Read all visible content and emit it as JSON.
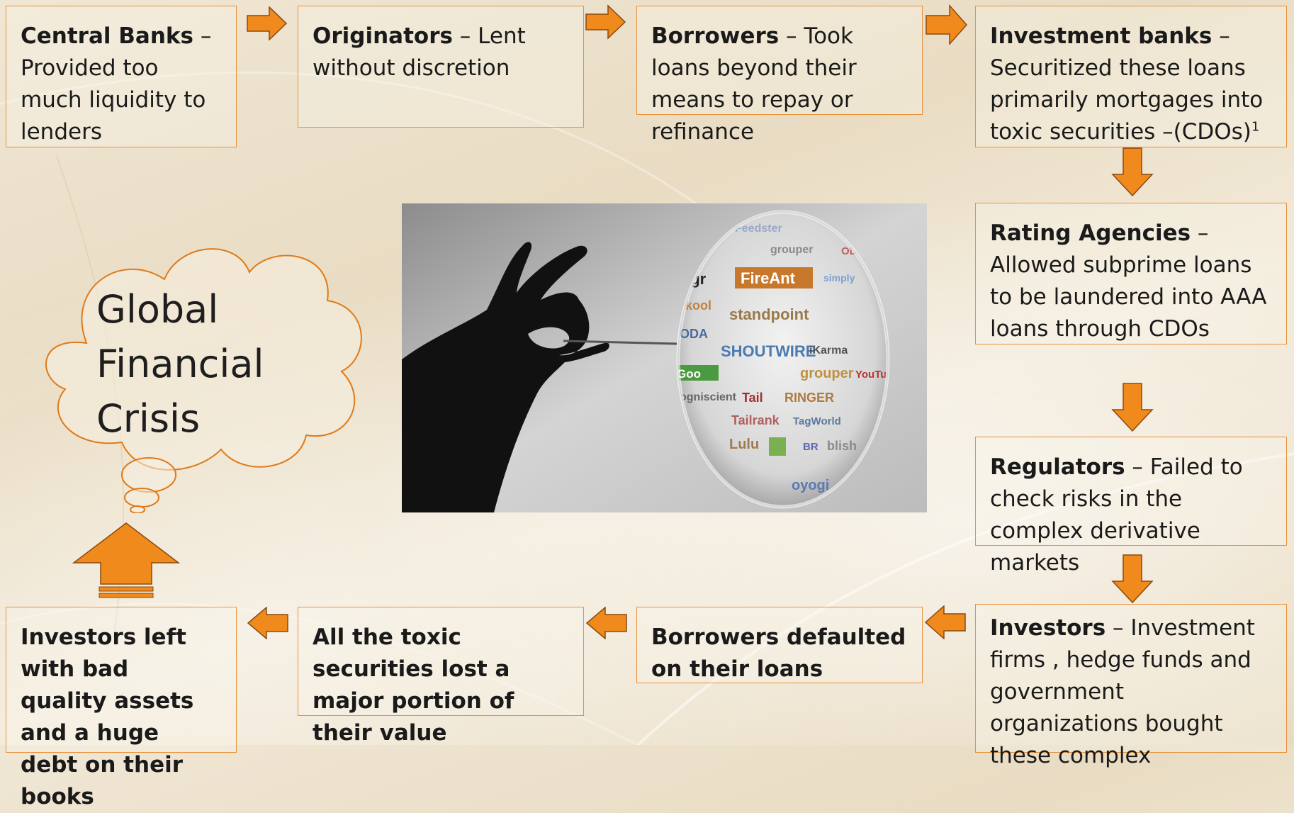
{
  "boxes": {
    "central_banks": {
      "title": "Central Banks",
      "sep": " – ",
      "text": "Provided too much liquidity to lenders"
    },
    "originators": {
      "title": "Originators",
      "sep": " – ",
      "text": "Lent without discretion"
    },
    "borrowers": {
      "title": "Borrowers",
      "sep": " – ",
      "text": "Took loans beyond their means to repay or refinance"
    },
    "investment_banks": {
      "title": "Investment banks",
      "sep": " – ",
      "text": "Securitized  these loans primarily mortgages into toxic securities –(CDOs)",
      "sup": "1"
    },
    "rating_agencies": {
      "title": "Rating Agencies",
      "sep": " –",
      "text": "Allowed subprime loans to be laundered into AAA  loans through CDOs"
    },
    "regulators": {
      "title": "Regulators",
      "sep": " – ",
      "text": "Failed to check risks in the complex derivative markets"
    },
    "investors": {
      "title": "Investors",
      "sep": " –  ",
      "text": "Investment firms , hedge funds and government organizations bought these complex"
    },
    "borrowers_defaulted": {
      "text": "Borrowers defaulted on their loans"
    },
    "toxic_securities": {
      "text": "All the toxic  securities lost a major portion of their value"
    },
    "investors_left": {
      "text": "Investors left with bad quality assets and a huge debt on their books"
    }
  },
  "cloud": {
    "line1": "Global",
    "line2": "Financial",
    "line3": "Crisis"
  },
  "photo": {
    "logos": [
      "Feedster",
      "grouper",
      "ODDPOST",
      "FireAnt",
      "simply",
      "standpoint",
      "ODA",
      "SHOUTWIRE",
      "iKarma",
      "grouper",
      "YouTube",
      "ogniscient",
      "Tail",
      "RINGER",
      "Tailrank",
      "TagWorld",
      "Lulu",
      "blish",
      "oyogi",
      "agr",
      "kool"
    ]
  },
  "colors": {
    "accent": "#f08a1c",
    "border": "#e8913a",
    "cloud_stroke": "#e07a18"
  },
  "icons": {
    "flow_arrow": "arrow-icon",
    "big_up_arrow": "up-arrow-icon",
    "cloud": "thought-cloud-icon"
  }
}
